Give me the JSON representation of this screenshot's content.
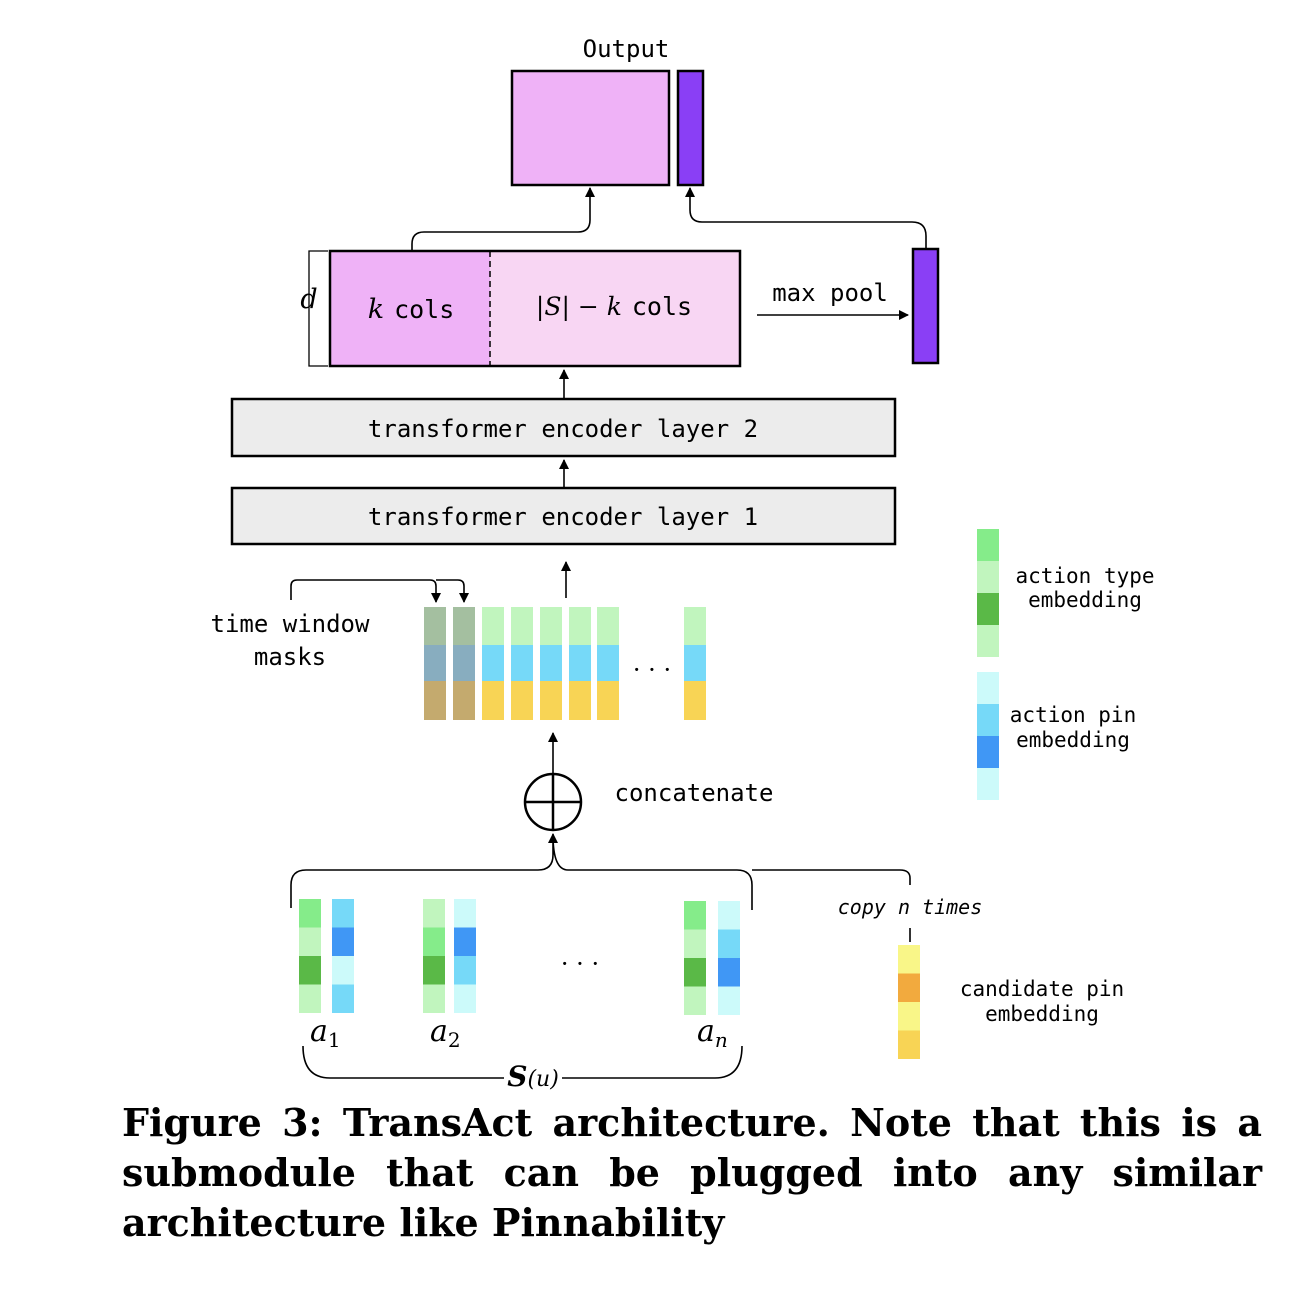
{
  "labels": {
    "output": "Output",
    "d": "d",
    "k_var": "k",
    "k_cols": "cols",
    "s_minus_k": "|S| − k",
    "s_minus_k_cols": "cols",
    "max_pool": "max pool",
    "layer2": "transformer encoder layer 2",
    "layer1": "transformer encoder layer 1",
    "time_window_line1": "time window",
    "time_window_line2": "masks",
    "concatenate": "concatenate",
    "copy_n_times": "copy n times",
    "a1_base": "a",
    "a1_sub": "1",
    "a2_base": "a",
    "a2_sub": "2",
    "an_base": "a",
    "an_sub": "n",
    "s_u": "S",
    "s_u_arg": "(u)",
    "seq_dots": "· · ·",
    "action_dots": "· · ·"
  },
  "legend": {
    "action_type_line1": "action type",
    "action_type_line2": "embedding",
    "action_pin_line1": "action pin",
    "action_pin_line2": "embedding",
    "candidate_pin_line1": "candidate pin",
    "candidate_pin_line2": "embedding"
  },
  "colors": {
    "output_main": "#efb2f7",
    "output_side": "#8a3ff5",
    "k_cols_fill": "#efb2f7",
    "rest_cols_fill": "#f8d6f3",
    "encoder_fill": "#ececec",
    "green_light": "#c1f5be",
    "green_mid": "#85ec8a",
    "green_dark": "#5ab947",
    "blue_light": "#ccfafa",
    "blue_mid": "#76d9f8",
    "blue_dark": "#4097f5",
    "yellow_light": "#f9f688",
    "yellow_orange": "#f2aa3e",
    "yellow_gold": "#f8d455",
    "masked_green": "#a4bfa0",
    "masked_blue": "#88adbf",
    "masked_yellow": "#c4aa6e"
  },
  "caption": "Figure 3: TransAct architecture. Note that this is a submodule that can be plugged into any similar architecture like Pinnability"
}
